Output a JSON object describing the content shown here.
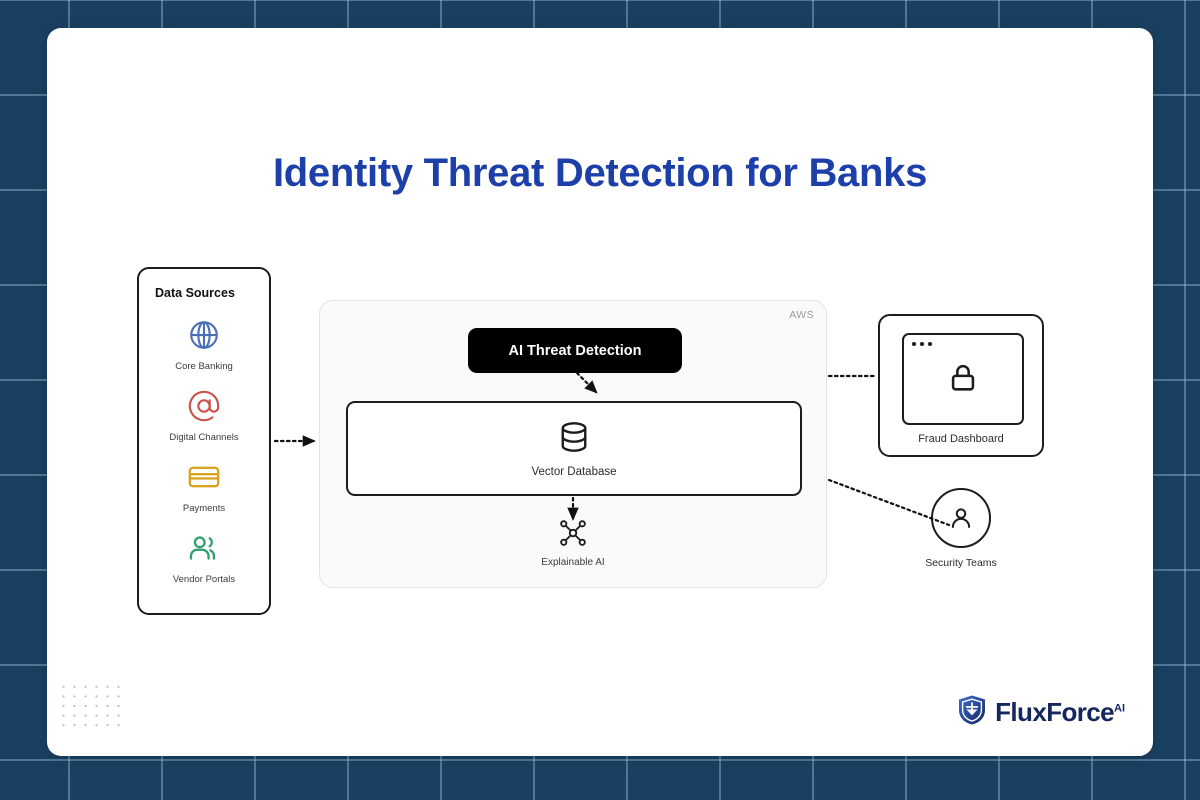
{
  "page": {
    "title": "Identity Threat Detection for Banks",
    "background_color": "#1a4061",
    "card_color": "#ffffff",
    "title_color": "#1c3faa"
  },
  "data_sources": {
    "panel_title": "Data Sources",
    "items": [
      {
        "label": "Core Banking",
        "icon": "globe-icon",
        "color": "#4a6fb5"
      },
      {
        "label": "Digital Channels",
        "icon": "at-sign-icon",
        "color": "#c9524a"
      },
      {
        "label": "Payments",
        "icon": "credit-card-icon",
        "color": "#d9a520"
      },
      {
        "label": "Vendor Portals",
        "icon": "users-icon",
        "color": "#2e9e6b"
      }
    ]
  },
  "cloud": {
    "provider_label": "AWS",
    "ai_threat_detection": "AI Threat Detection",
    "vector_database": "Vector Database",
    "vector_database_icon": "database-cylinder-icon",
    "explainable_ai": "Explainable AI",
    "explainable_ai_icon": "network-nodes-icon"
  },
  "outputs": {
    "fraud_dashboard": "Fraud Dashboard",
    "fraud_dashboard_icon": "lock-icon",
    "security_teams": "Security Teams",
    "security_teams_icon": "user-person-icon"
  },
  "brand": {
    "name": "FluxForce",
    "superscript": "AI",
    "icon": "shield-icon",
    "color": "#15275e"
  }
}
